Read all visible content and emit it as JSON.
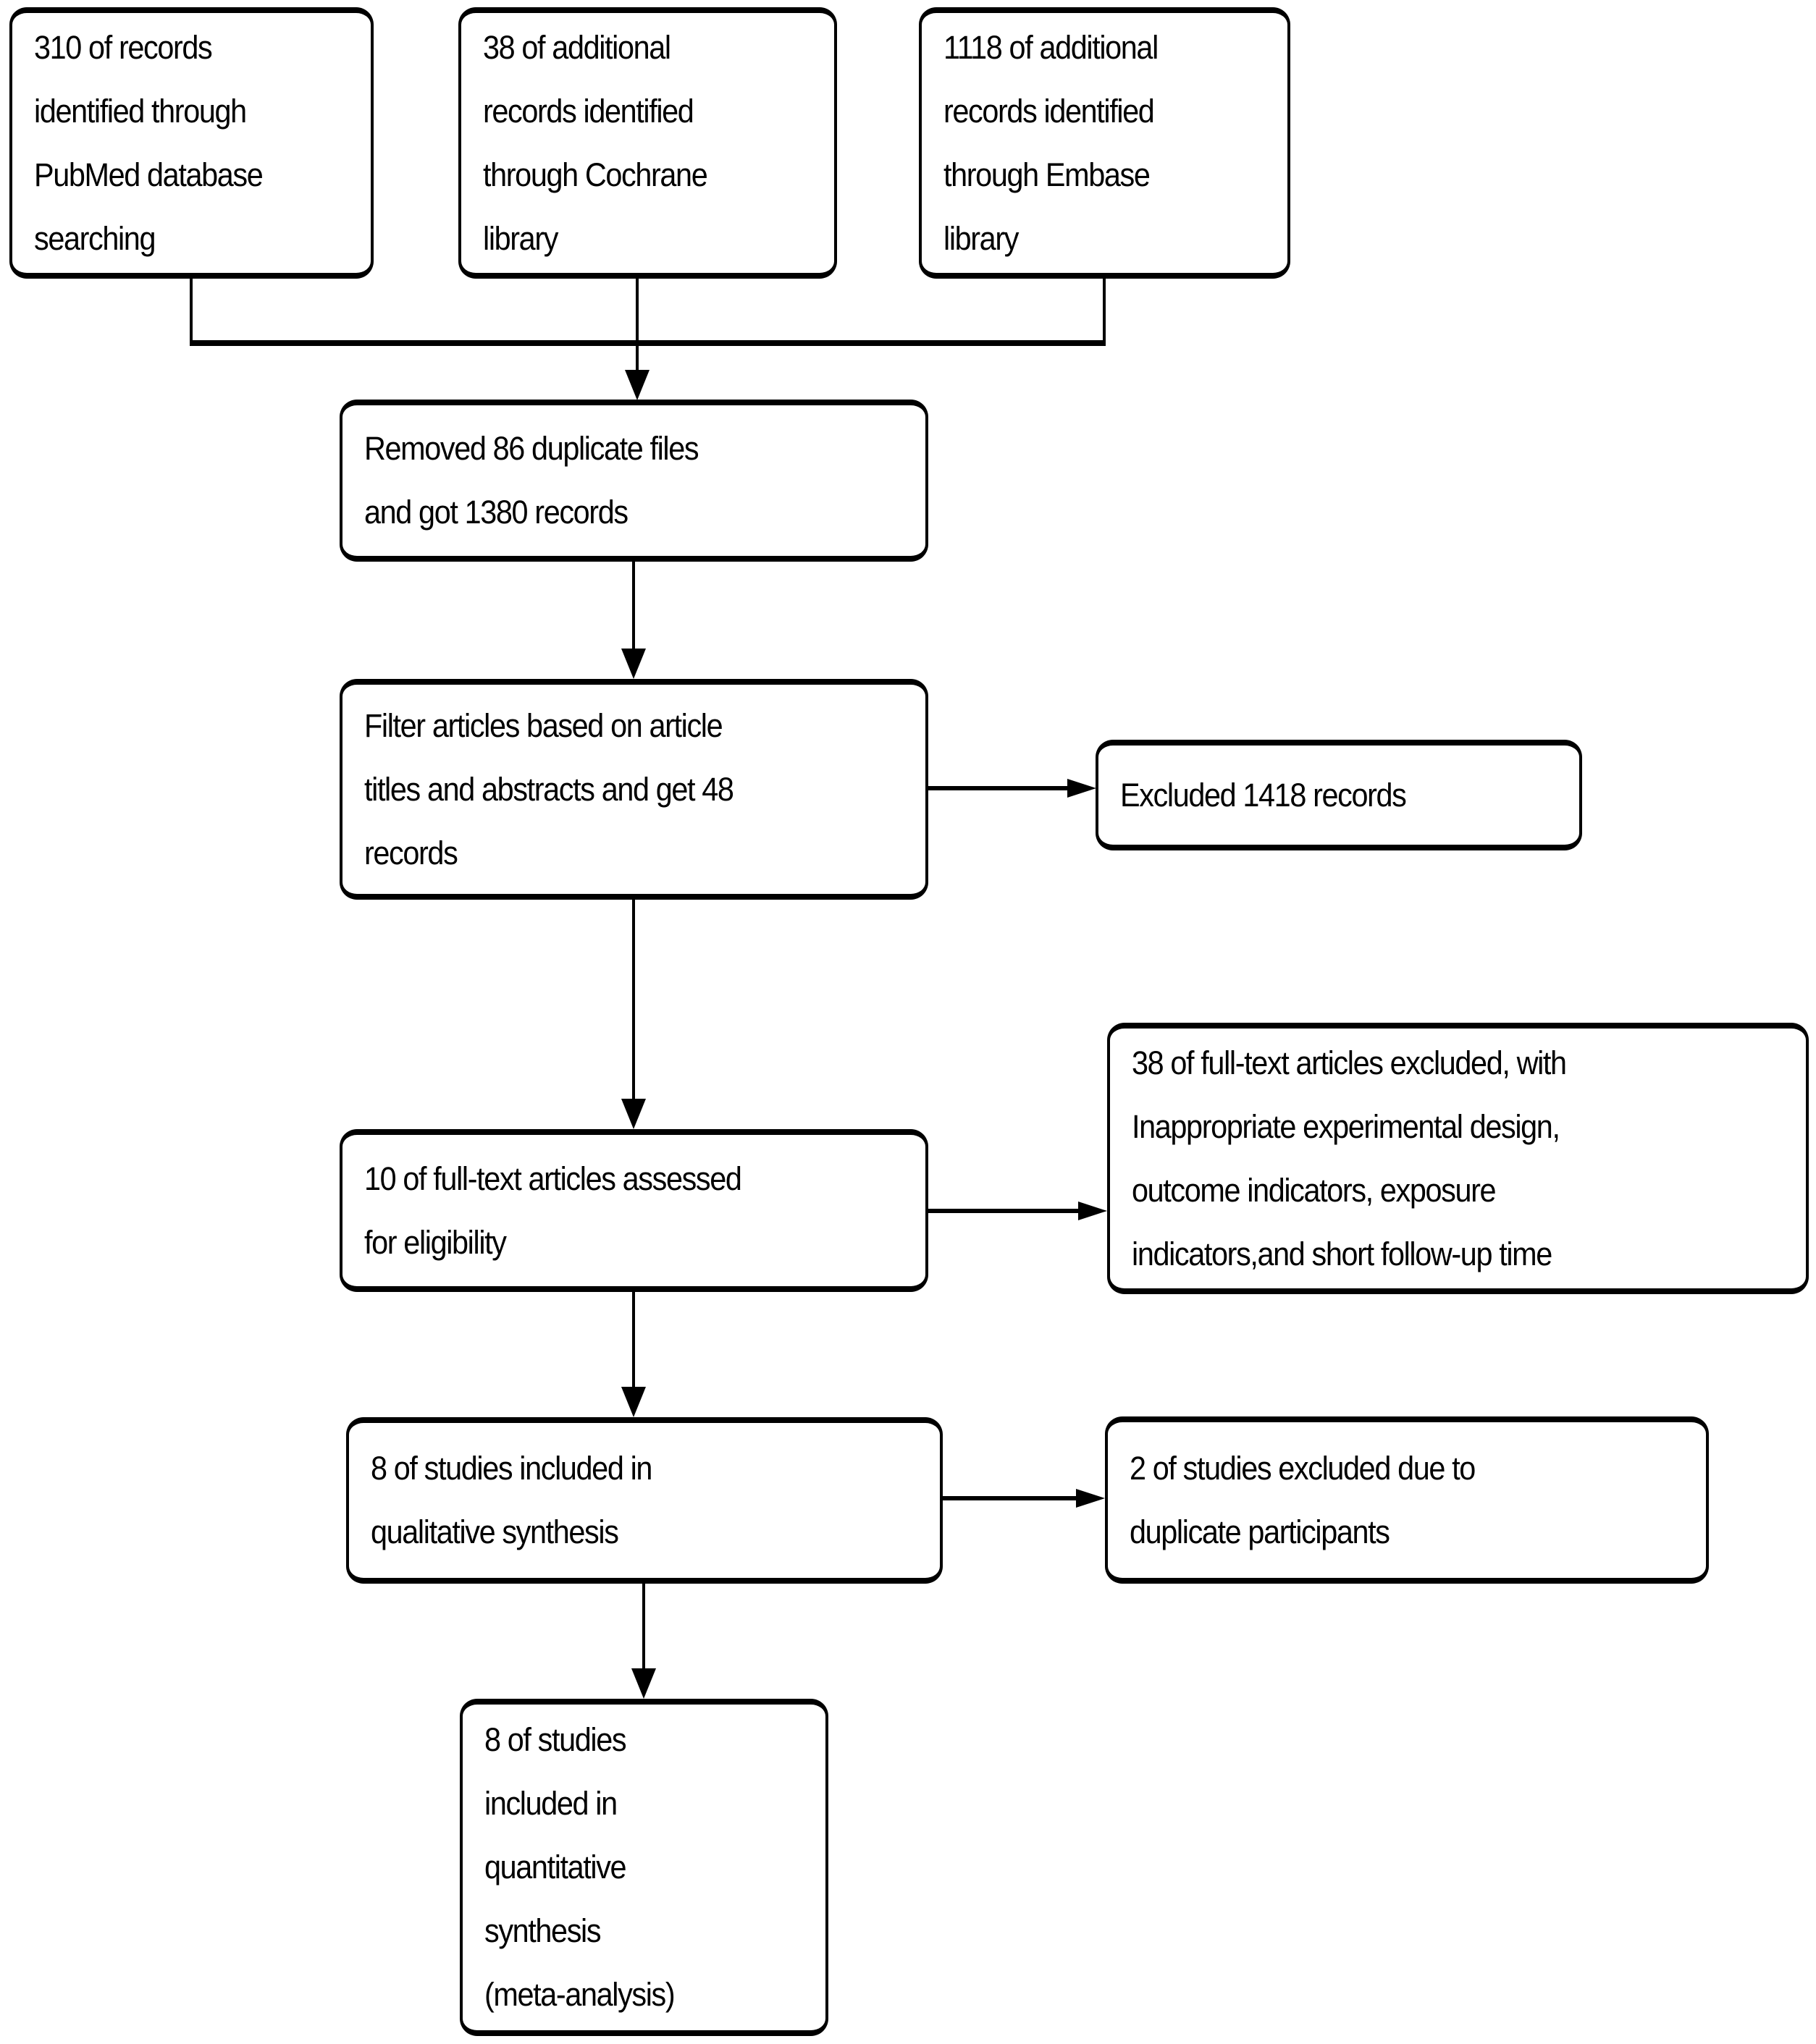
{
  "canvas": {
    "background_color": "#ffffff",
    "line_color": "#000000",
    "text_color": "#000000"
  },
  "boxes": {
    "pubmed": {
      "text": "310 of records\nidentified through\nPubMed database\nsearching"
    },
    "cochrane": {
      "text": "38 of additional\nrecords identified\nthrough Cochrane\nlibrary"
    },
    "embase": {
      "text": "1118 of additional\nrecords identified\nthrough Embase\nlibrary"
    },
    "removed_duplicates": {
      "text": "Removed 86 duplicate files\nand got 1380 records"
    },
    "filter_titles_abstracts": {
      "text": "Filter articles based on article\ntitles and abstracts and get 48\nrecords"
    },
    "excluded_records": {
      "text": "Excluded 1418 records"
    },
    "fulltext_assessed": {
      "text": "10 of full-text articles assessed\nfor eligibility"
    },
    "fulltext_excluded": {
      "text": "38 of full-text articles excluded, with\nInappropriate experimental design,\noutcome indicators, exposure\nindicators,and short follow-up time"
    },
    "qualitative_synthesis": {
      "text": "8 of studies included in\nqualitative synthesis"
    },
    "excluded_duplicate_participants": {
      "text": "2 of studies excluded due to\nduplicate participants"
    },
    "quantitative_synthesis": {
      "text": "8 of studies\nincluded in\nquantitative\nsynthesis\n(meta-analysis)"
    }
  }
}
